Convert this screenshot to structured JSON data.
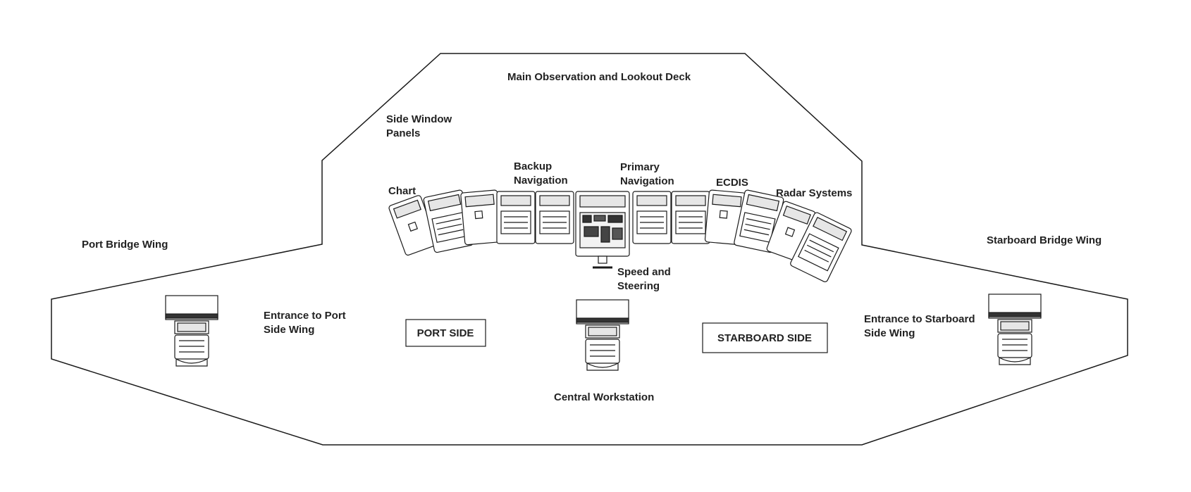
{
  "labels": {
    "main_deck": "Main Observation and Lookout Deck",
    "side_window": [
      "Side Window",
      "Panels"
    ],
    "port_wing": "Port Bridge Wing",
    "starboard_wing": "Starboard Bridge Wing",
    "chart": "Chart",
    "backup_nav": [
      "Backup",
      "Navigation"
    ],
    "primary_nav": [
      "Primary",
      "Navigation"
    ],
    "ecdis": "ECDIS",
    "radar": "Radar Systems",
    "speed_steering": [
      "Speed and",
      "Steering"
    ],
    "entrance_port": [
      "Entrance to Port",
      "Side Wing"
    ],
    "entrance_starboard": [
      "Entrance to Starboard",
      "Side Wing"
    ],
    "central_ws": "Central Workstation"
  },
  "boxes": {
    "port_side": "PORT SIDE",
    "starboard_side": "STARBOARD SIDE"
  },
  "colors": {
    "line": "#1a1a1a",
    "fill": "#ffffff",
    "panel": "#e6e6e6"
  }
}
